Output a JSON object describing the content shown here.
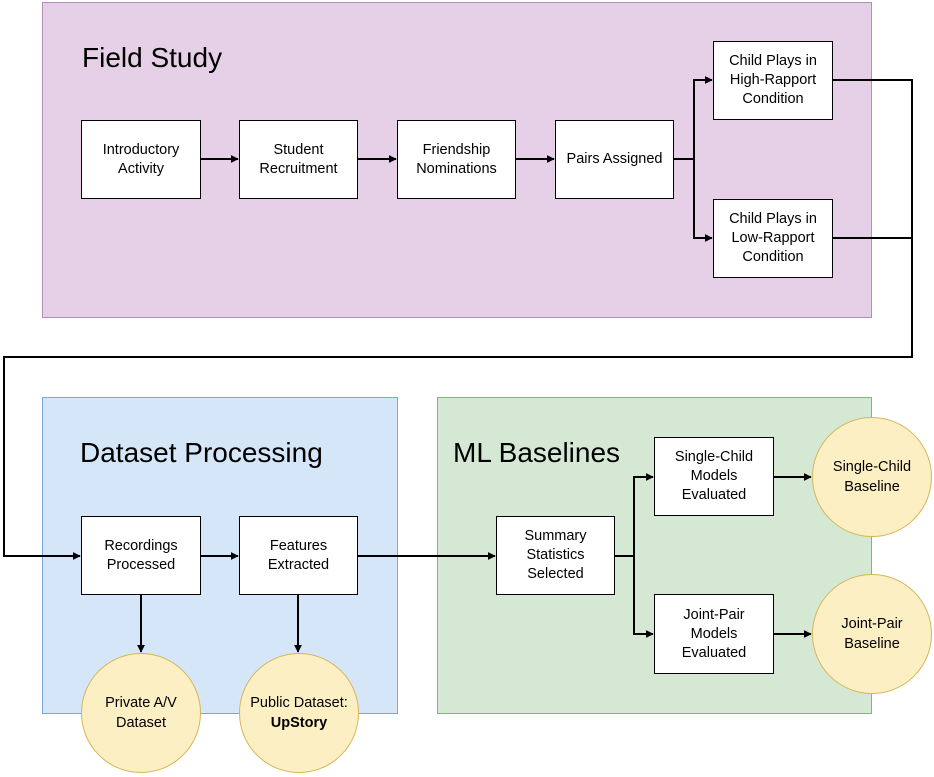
{
  "regions": {
    "field_study": "Field Study",
    "dataset_processing": "Dataset Processing",
    "ml_baselines": "ML Baselines"
  },
  "steps": {
    "introductory_activity": "Introductory\nActivity",
    "student_recruitment": "Student\nRecruitment",
    "friendship_nominations": "Friendship\nNominations",
    "pairs_assigned": "Pairs Assigned",
    "high_rapport": "Child Plays in\nHigh-Rapport\nCondition",
    "low_rapport": "Child Plays in\nLow-Rapport\nCondition",
    "recordings_processed": "Recordings\nProcessed",
    "features_extracted": "Features\nExtracted",
    "summary_statistics": "Summary\nStatistics\nSelected",
    "single_child_models": "Single-Child\nModels\nEvaluated",
    "joint_pair_models": "Joint-Pair\nModels\nEvaluated"
  },
  "outputs": {
    "private_av_line1": "Private A/V",
    "private_av_line2": "Dataset",
    "public_dataset_line1": "Public Dataset:",
    "public_dataset_line2": "UpStory",
    "single_child_baseline_line1": "Single-Child",
    "single_child_baseline_line2": "Baseline",
    "joint_pair_baseline_line1": "Joint-Pair",
    "joint_pair_baseline_line2": "Baseline"
  },
  "colors": {
    "field_study_fill": "#e6d0e7",
    "dataset_fill": "#d5e6f8",
    "ml_fill": "#d5e8d3",
    "output_fill": "#fdefc4"
  }
}
